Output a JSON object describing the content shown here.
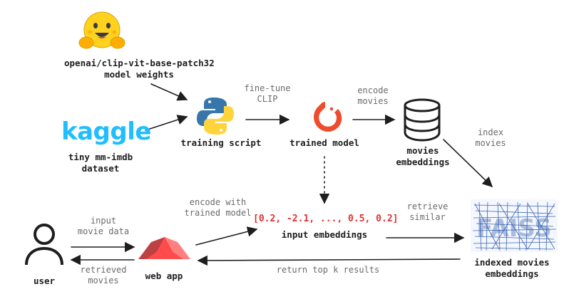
{
  "nodes": {
    "clip": {
      "line1": "openai/clip-vit-base-patch32",
      "line2": "model weights"
    },
    "kaggle_logo": "kaggle",
    "dataset": {
      "line1": "tiny mm-imdb",
      "line2": "dataset"
    },
    "training_script": "training script",
    "trained_model": "trained model",
    "movies_embeddings": {
      "line1": "movies",
      "line2": "embeddings"
    },
    "input_embeddings_value": "[0.2, -2.1, ..., 0.5, 0.2]",
    "input_embeddings": "input embeddings",
    "indexed_movies": {
      "line1": "indexed movies",
      "line2": "embeddings"
    },
    "user": "user",
    "web_app": "web app",
    "faiss_logo": "FAISS"
  },
  "edges": {
    "fine_tune": {
      "line1": "fine-tune",
      "line2": "CLIP"
    },
    "encode_movies": {
      "line1": "encode",
      "line2": "movies"
    },
    "index_movies": {
      "line1": "index",
      "line2": "movies"
    },
    "encode_with": {
      "line1": "encode with",
      "line2": "trained model"
    },
    "retrieve_similar": {
      "line1": "retrieve",
      "line2": "similar"
    },
    "input_movie_data": {
      "line1": "input",
      "line2": "movie data"
    },
    "retrieved_movies": {
      "line1": "retrieved",
      "line2": "movies"
    },
    "return_top_k": "return top k results"
  },
  "colors": {
    "ink": "#1e1e1e",
    "python_blue": "#3776ab",
    "python_yellow": "#ffd43b",
    "pytorch_orange": "#ee4c2c",
    "streamlit_red": "#ff4b4b",
    "kaggle_blue": "#20beff",
    "faiss_blue": "#1f4fa6",
    "hf_yellow": "#ffd21e",
    "value_red": "#e03131"
  }
}
